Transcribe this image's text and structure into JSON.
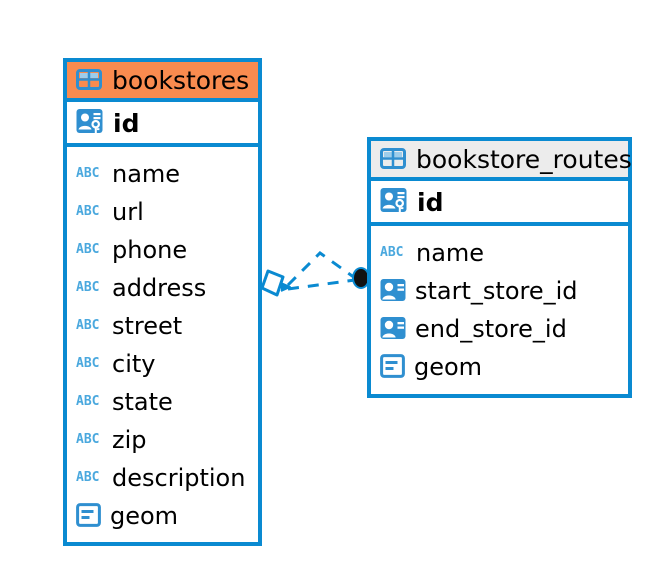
{
  "diagram": {
    "type": "entity-relationship-diagram",
    "background_color": "#ffffff",
    "accent_color": "#0a8ad1",
    "selected_header_color": "#f98b4f",
    "unselected_header_color": "#ececec"
  },
  "tables": [
    {
      "name": "bookstores",
      "selected": true,
      "header_icon": "table-icon",
      "primary_key": {
        "label": "id",
        "icon": "primary-key-icon"
      },
      "fields": [
        {
          "label": "name",
          "icon": "text-abc-icon"
        },
        {
          "label": "url",
          "icon": "text-abc-icon"
        },
        {
          "label": "phone",
          "icon": "text-abc-icon"
        },
        {
          "label": "address",
          "icon": "text-abc-icon"
        },
        {
          "label": "street",
          "icon": "text-abc-icon"
        },
        {
          "label": "city",
          "icon": "text-abc-icon"
        },
        {
          "label": "state",
          "icon": "text-abc-icon"
        },
        {
          "label": "zip",
          "icon": "text-abc-icon"
        },
        {
          "label": "description",
          "icon": "text-abc-icon"
        },
        {
          "label": "geom",
          "icon": "geometry-icon"
        }
      ]
    },
    {
      "name": "bookstore_routes",
      "selected": false,
      "header_icon": "table-icon",
      "primary_key": {
        "label": "id",
        "icon": "primary-key-icon"
      },
      "fields": [
        {
          "label": "name",
          "icon": "text-abc-icon"
        },
        {
          "label": "start_store_id",
          "icon": "foreign-key-icon"
        },
        {
          "label": "end_store_id",
          "icon": "foreign-key-icon"
        },
        {
          "label": "geom",
          "icon": "geometry-icon"
        }
      ]
    }
  ],
  "relationship": {
    "style": "dashed",
    "color": "#0a8ad1",
    "source_marker": "diamond-arrow",
    "target_marker": "filled-circle",
    "target_marker_color": "#000000",
    "branches": 2
  }
}
